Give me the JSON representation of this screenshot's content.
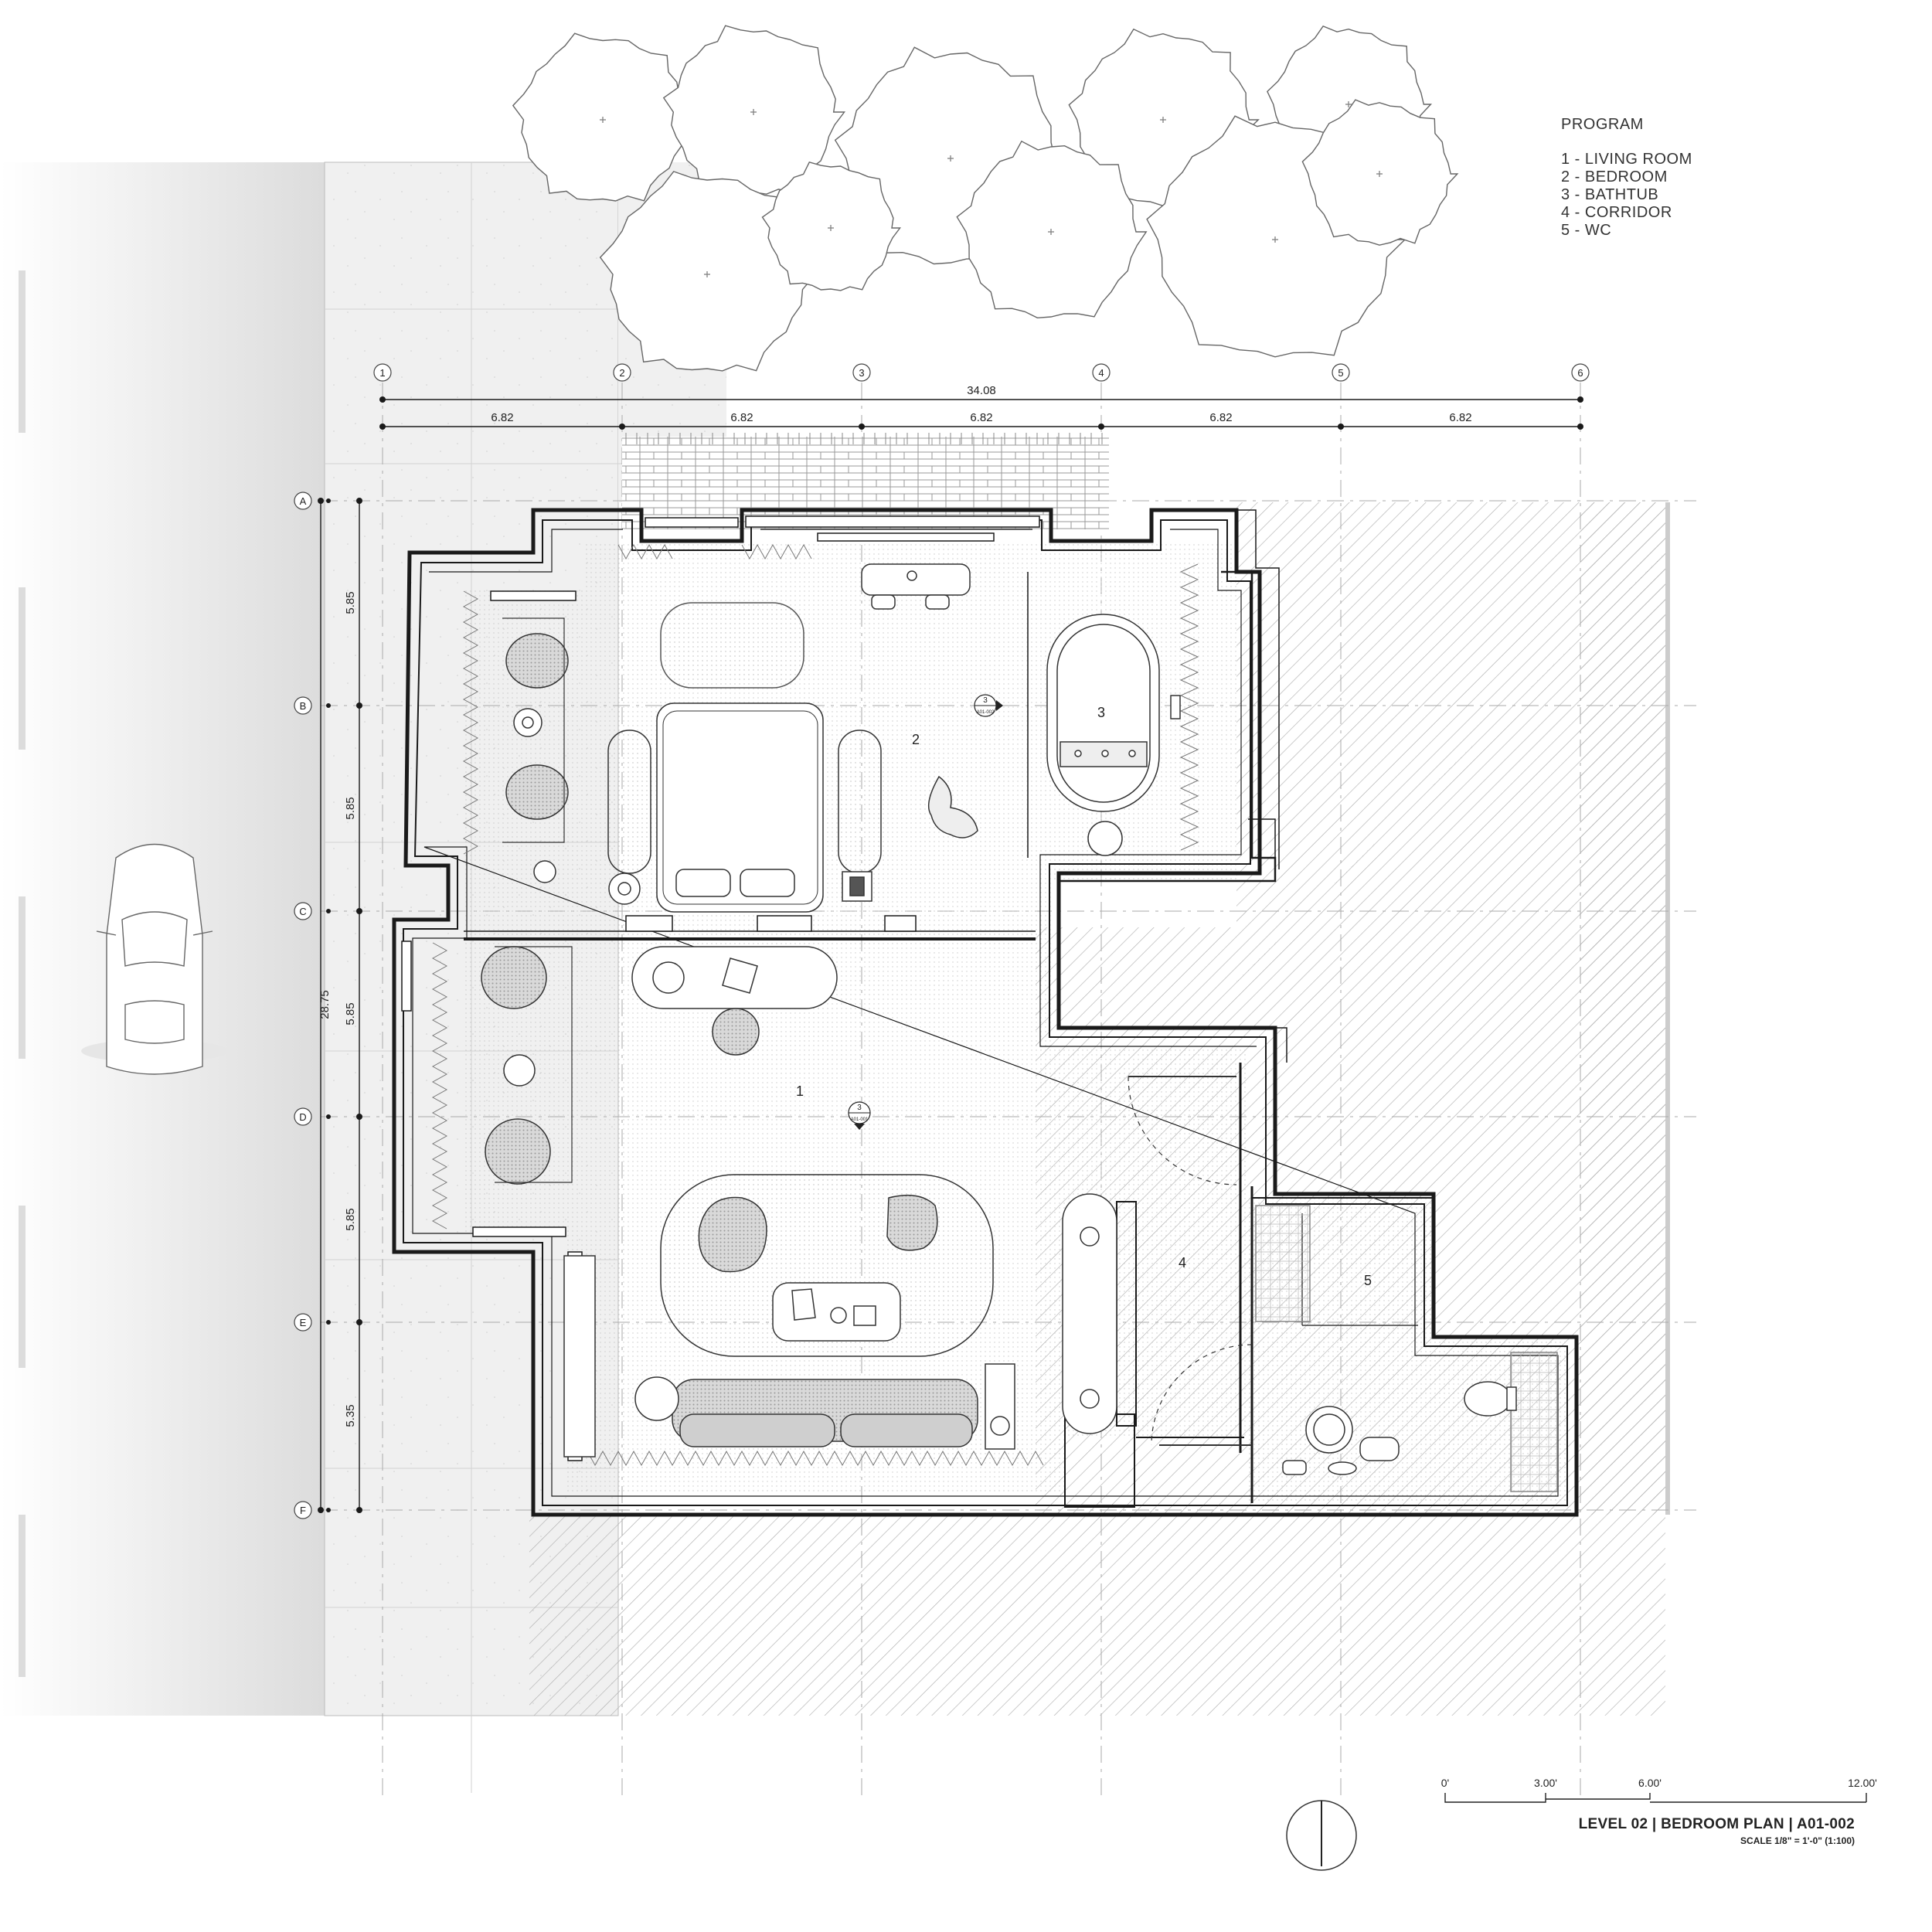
{
  "program": {
    "title": "PROGRAM",
    "items": [
      "1 - LIVING ROOM",
      "2 - BEDROOM",
      "3 - BATHTUB",
      "4 - CORRIDOR",
      "5 - WC"
    ]
  },
  "grid": {
    "columns": [
      "1",
      "2",
      "3",
      "4",
      "5",
      "6"
    ],
    "rows": [
      "A",
      "B",
      "C",
      "D",
      "E",
      "F"
    ]
  },
  "dimensions": {
    "overall_width": "34.08",
    "column_spacings": [
      "6.82",
      "6.82",
      "6.82",
      "6.82",
      "6.82"
    ],
    "overall_height": "28.75",
    "row_spacings": [
      "5.85",
      "5.85",
      "5.85",
      "5.85",
      "5.35"
    ]
  },
  "room_labels": [
    "1",
    "2",
    "3",
    "4",
    "5"
  ],
  "section_markers": [
    {
      "number": "3",
      "sheet": "A01-002"
    },
    {
      "number": "3",
      "sheet": "A01-001"
    }
  ],
  "scale_bar": {
    "ticks": [
      "0'",
      "3.00'",
      "6.00'",
      "12.00'"
    ]
  },
  "title_block": {
    "title": "LEVEL 02 | BEDROOM PLAN | A01-002",
    "scale": "SCALE 1/8\" = 1'-0\" (1:100)"
  }
}
